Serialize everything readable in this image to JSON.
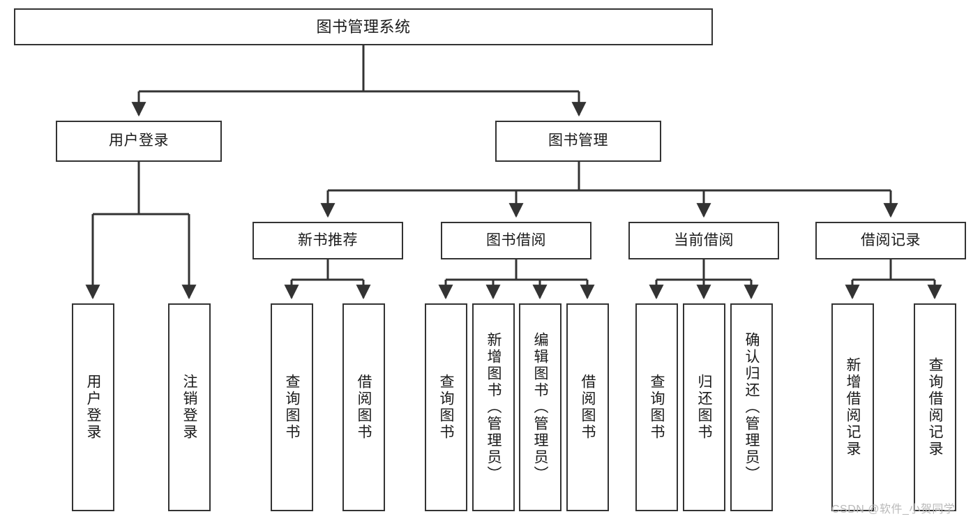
{
  "diagram": {
    "title": "图书管理系统",
    "type": "tree-hierarchy",
    "colors": {
      "box_border": "#333333",
      "box_fill": "#ffffff",
      "line": "#333333",
      "text": "#1a1a1a",
      "watermark": "#b9b9b9",
      "background": "#ffffff"
    },
    "root": {
      "label": "图书管理系统"
    },
    "level2": [
      {
        "id": "user-login",
        "label": "用户登录"
      },
      {
        "id": "book-manage",
        "label": "图书管理"
      }
    ],
    "level3": [
      {
        "id": "new-book-recommend",
        "label": "新书推荐"
      },
      {
        "id": "book-borrow",
        "label": "图书借阅"
      },
      {
        "id": "current-borrow",
        "label": "当前借阅"
      },
      {
        "id": "borrow-record",
        "label": "借阅记录"
      }
    ],
    "leaves": {
      "user_login": [
        {
          "id": "leaf-user-login",
          "label": "用户登录"
        },
        {
          "id": "leaf-logout-login",
          "label": "注销登录"
        }
      ],
      "new_book_recommend": [
        {
          "id": "leaf-query-book-1",
          "label": "查询图书"
        },
        {
          "id": "leaf-borrow-book-1",
          "label": "借阅图书"
        }
      ],
      "book_borrow": [
        {
          "id": "leaf-query-book-2",
          "label": "查询图书"
        },
        {
          "id": "leaf-add-book",
          "label": "新增图书（管理员）"
        },
        {
          "id": "leaf-edit-book",
          "label": "编辑图书（管理员）"
        },
        {
          "id": "leaf-borrow-book-2",
          "label": "借阅图书"
        }
      ],
      "current_borrow": [
        {
          "id": "leaf-query-book-3",
          "label": "查询图书"
        },
        {
          "id": "leaf-return-book",
          "label": "归还图书"
        },
        {
          "id": "leaf-confirm-return",
          "label": "确认归还（管理员）"
        }
      ],
      "borrow_record": [
        {
          "id": "leaf-add-record",
          "label": "新增借阅记录"
        },
        {
          "id": "leaf-query-record",
          "label": "查询借阅记录"
        }
      ]
    },
    "watermark": "CSDN @软件_小贺同学"
  }
}
